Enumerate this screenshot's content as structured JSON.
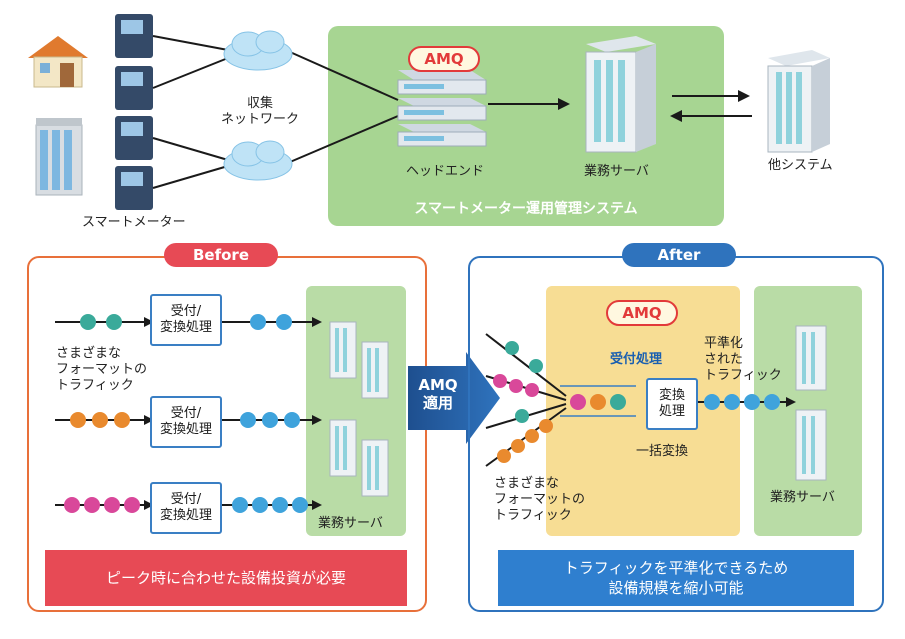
{
  "top": {
    "amq_badge": "AMQ",
    "collection_network": [
      "収集",
      "ネットワーク"
    ],
    "smart_meter": "スマートメーター",
    "headend": "ヘッドエンド",
    "business_server": "業務サーバ",
    "other_system": "他システム",
    "system_title": "スマートメーター運用管理システム"
  },
  "before": {
    "tab": "Before",
    "process_label": [
      "受付/",
      "変換処理"
    ],
    "traffic_label": [
      "さまざまな",
      "フォーマットの",
      "トラフィック"
    ],
    "server_label": "業務サーバ",
    "banner": "ピーク時に合わせた設備投資が必要"
  },
  "center_arrow": [
    "AMQ",
    "適用"
  ],
  "after": {
    "tab": "After",
    "amq_badge": "AMQ",
    "reception": "受付処理",
    "convert": [
      "変換",
      "処理"
    ],
    "batch": "一括変換",
    "leveled": [
      "平準化",
      "された",
      "トラフィック"
    ],
    "traffic_label": [
      "さまざまな",
      "フォーマットの",
      "トラフィック"
    ],
    "server_label": "業務サーバ",
    "banner": [
      "トラフィックを平準化できるため",
      "設備規模を縮小可能"
    ]
  },
  "colors": {
    "green_panel": "#9fd08a",
    "green_light": "#b9dca6",
    "before_orange": "#e8703a",
    "before_red": "#e74a55",
    "after_blue": "#2f73bd",
    "banner_blue": "#2f7fcf",
    "amq_yellow": "#f7dd94",
    "teal_env": "#3aaa9a",
    "orange_env": "#e98a2e",
    "pink_env": "#d9489a",
    "blue_env": "#3fa3dc"
  }
}
